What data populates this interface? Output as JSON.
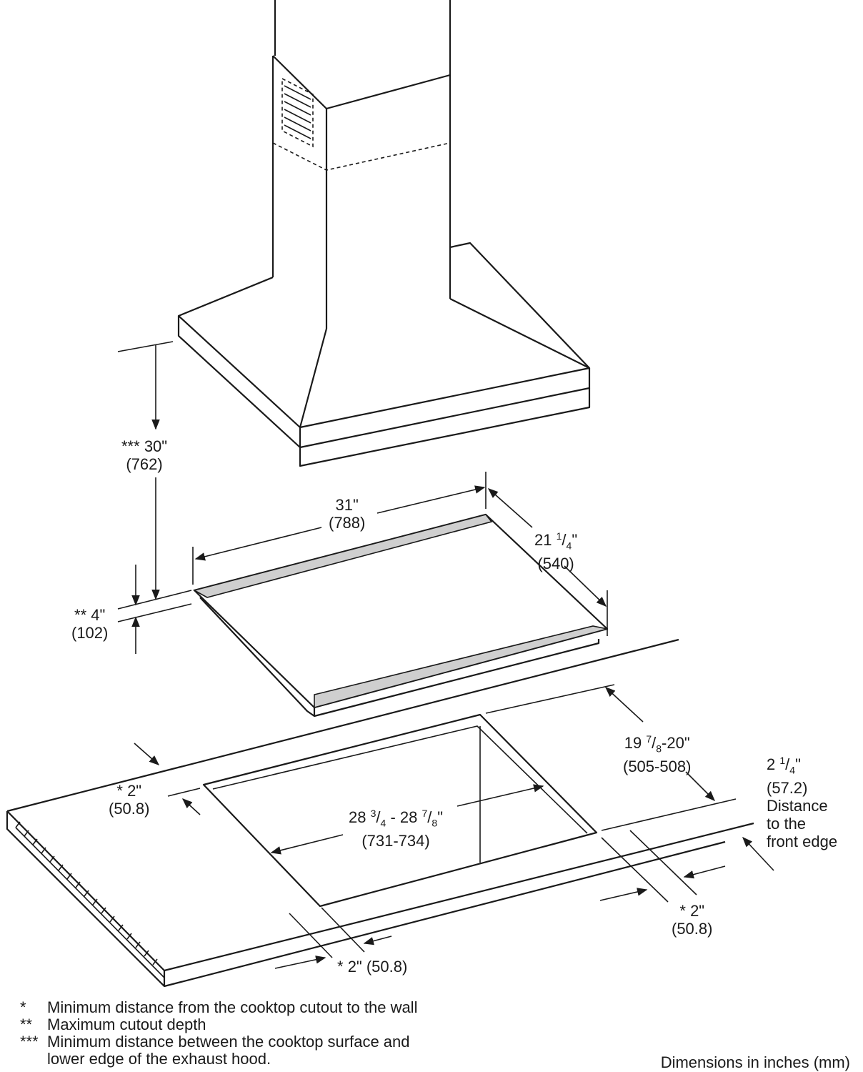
{
  "dimensions": {
    "hood_height": {
      "mark": "***",
      "value": "30\"",
      "mm": "(762)"
    },
    "cutout_depth": {
      "mark": "**",
      "value": "4\"",
      "mm": "(102)"
    },
    "cooktop_width": {
      "value": "31\"",
      "mm": "(788)"
    },
    "cooktop_depth": {
      "value": "21",
      "sup": "1",
      "sub": "4",
      "unit": "\"",
      "mm": "(540)"
    },
    "cutout_depth_range": {
      "whole": "19",
      "sup": "7",
      "sub": "8",
      "rest": "-20\"",
      "mm": "(505-508)"
    },
    "front_edge": {
      "whole": "2",
      "sup": "1",
      "sub": "4",
      "unit": "\"",
      "mm": "(57.2)",
      "line1": "Distance",
      "line2": "to the",
      "line3": "front edge"
    },
    "cutout_width_range": {
      "a": "28",
      "a_sup": "3",
      "a_sub": "4",
      "sep": "- 28",
      "b_sup": "7",
      "b_sub": "8",
      "unit": "\"",
      "mm": "(731-734)"
    },
    "left_clearance": {
      "mark": "*",
      "value": "2\"",
      "mm": "(50.8)"
    },
    "right_clearance": {
      "mark": "*",
      "value": "2\"",
      "mm": "(50.8)"
    },
    "front_clearance": {
      "mark": "*",
      "text": "2\" (50.8)"
    }
  },
  "legend": [
    {
      "mark": "*",
      "text": "Minimum distance from the cooktop cutout to the wall"
    },
    {
      "mark": "**",
      "text": "Maximum cutout depth"
    },
    {
      "mark": "***",
      "text": "Minimum distance between the cooktop surface and"
    },
    {
      "mark": "",
      "text": "lower edge of the exhaust hood."
    }
  ],
  "units_note": "Dimensions in inches (mm)"
}
